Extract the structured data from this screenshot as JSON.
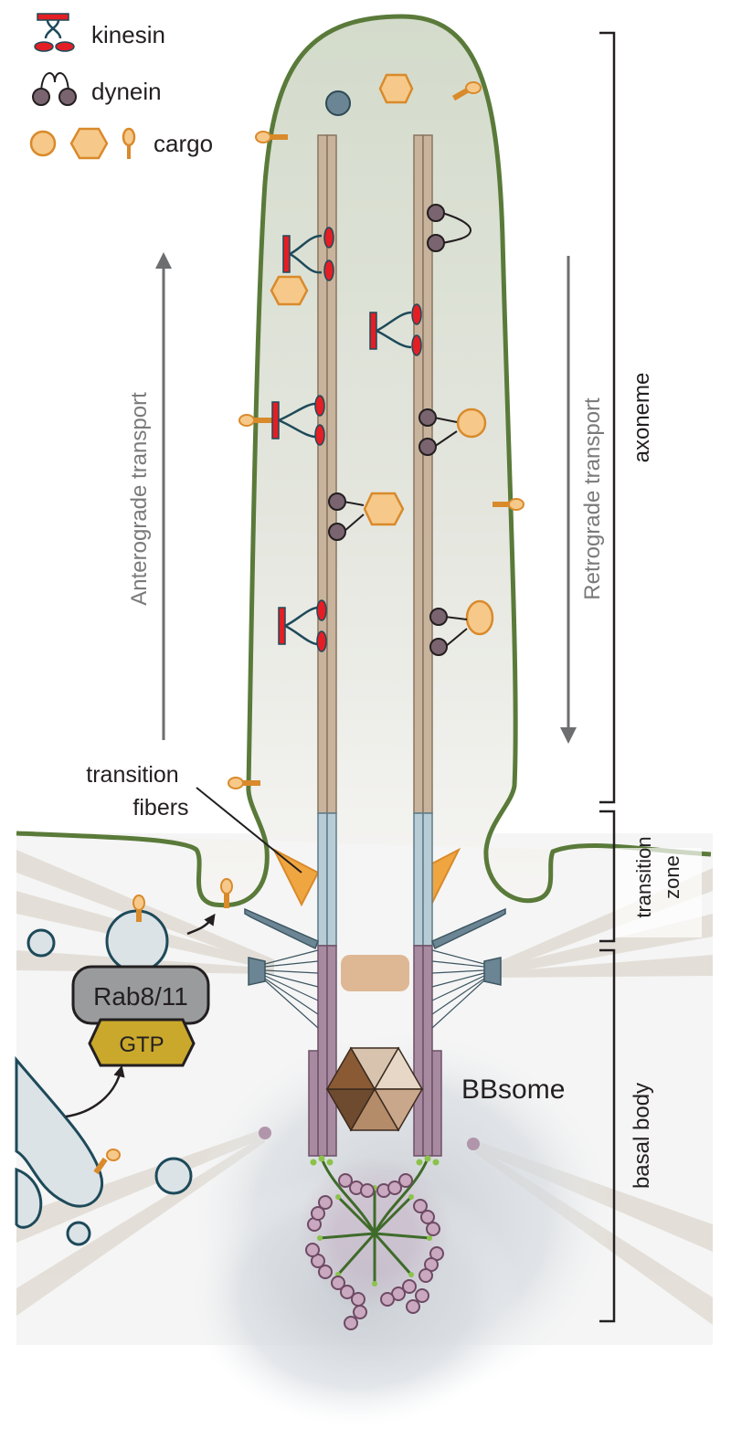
{
  "legend": {
    "kinesin": "kinesin",
    "dynein": "dynein",
    "cargo": "cargo"
  },
  "labels": {
    "anterograde": "Anterograde transport",
    "retrograde": "Retrograde transport",
    "transition_fibers_line1": "transition",
    "transition_fibers_line2": "fibers",
    "rab": "Rab8/11",
    "gtp": "GTP",
    "bbsome": "BBsome"
  },
  "regions": {
    "axoneme": "axoneme",
    "transition_zone_line1": "transition",
    "transition_zone_line2": "zone",
    "basal_body": "basal body"
  },
  "colors": {
    "membrane": "#5a7a3a",
    "cilium_fill_top": "#d6ddd0",
    "microtubule": "#c8b49c",
    "transition_mt": "#b8ccd6",
    "basal_mt": "#a88aa0",
    "kinesin_red": "#e31e24",
    "kinesin_stalk": "#1e4a5a",
    "dynein_head": "#7a6470",
    "cargo_fill": "#f6c98a",
    "cargo_stroke": "#d98a2b",
    "gtp": "#c9a82c",
    "arrow_gray": "#6d6e70"
  }
}
